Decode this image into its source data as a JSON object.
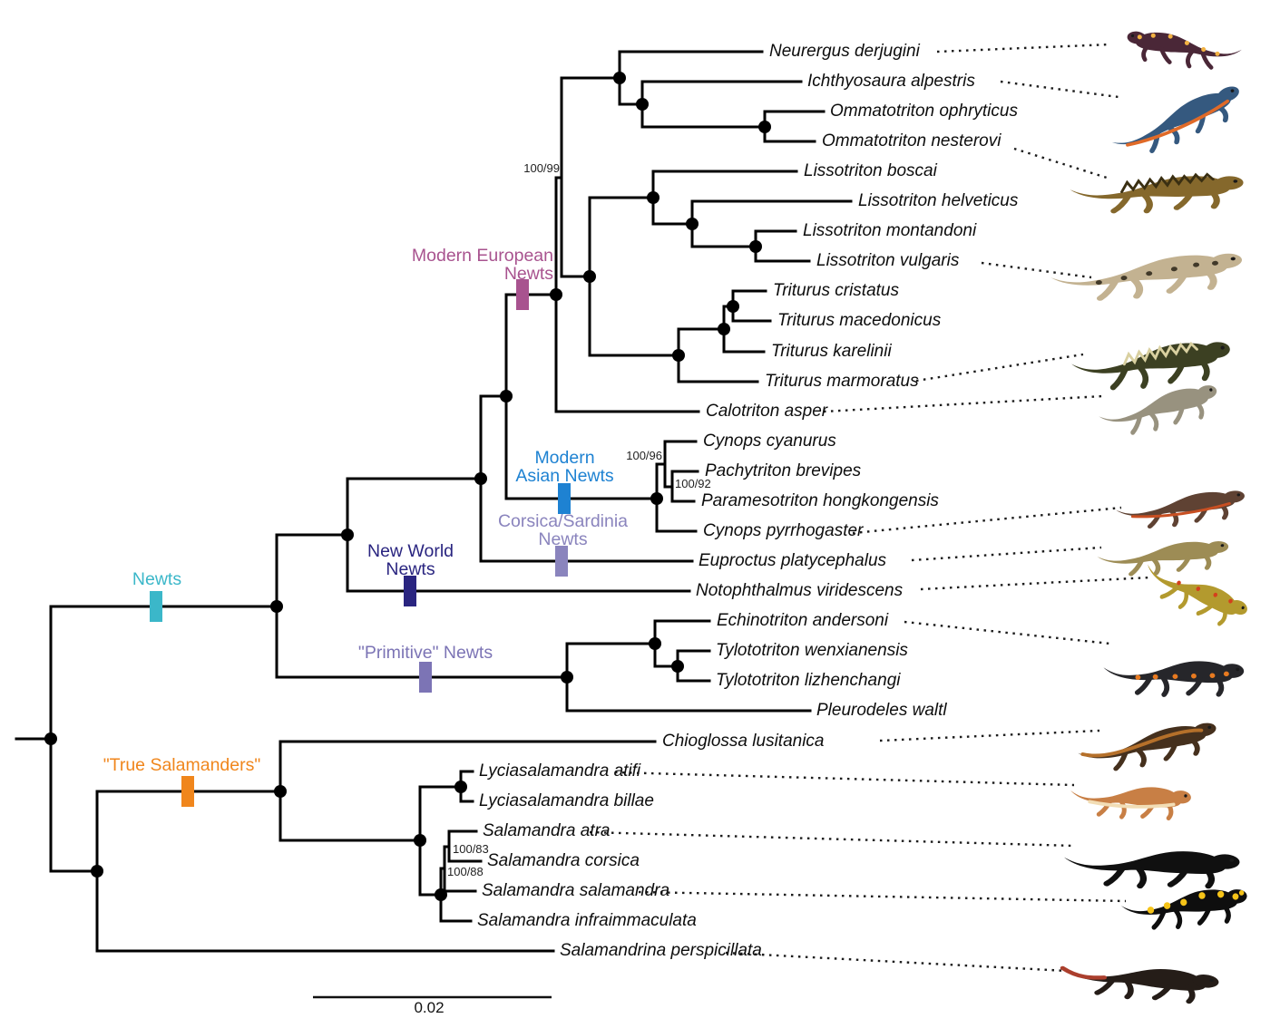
{
  "figure": {
    "type": "phylogenetic-tree",
    "scale_bar": {
      "label": "0.02"
    }
  },
  "species": [
    "Neurergus derjugini",
    "Ichthyosaura alpestris",
    "Ommatotriton ophryticus",
    "Ommatotriton nesterovi",
    "Lissotriton boscai",
    "Lissotriton helveticus",
    "Lissotriton montandoni",
    "Lissotriton vulgaris",
    "Triturus cristatus",
    "Triturus macedonicus",
    "Triturus karelinii",
    "Triturus marmoratus",
    "Calotriton asper",
    "Cynops cyanurus",
    "Pachytriton brevipes",
    "Paramesotriton hongkongensis",
    "Cynops pyrrhogaster",
    "Euproctus platycephalus",
    "Notophthalmus viridescens",
    "Echinotriton andersoni",
    "Tylototriton wenxianensis",
    "Tylototriton lizhenchangi",
    "Pleurodeles waltl",
    "Chioglossa lusitanica",
    "Lyciasalamandra atifi",
    "Lyciasalamandra billae",
    "Salamandra atra",
    "Salamandra corsica",
    "Salamandra salamandra",
    "Salamandra infraimmaculata",
    "Salamandrina perspicillata"
  ],
  "clades": [
    {
      "id": "newts",
      "line1": "Newts",
      "line2": "",
      "color": "#3BB7C9"
    },
    {
      "id": "modern-european-newts",
      "line1": "Modern European",
      "line2": "Newts",
      "color": "#A8538F"
    },
    {
      "id": "modern-asian-newts",
      "line1": "Modern",
      "line2": "Asian Newts",
      "color": "#1E82D2"
    },
    {
      "id": "corsica-sardinia-newts",
      "line1": "Corsica/Sardinia",
      "line2": "Newts",
      "color": "#8A84BD"
    },
    {
      "id": "new-world-newts",
      "line1": "New World",
      "line2": "Newts",
      "color": "#2A2580"
    },
    {
      "id": "primitive-newts",
      "line1": "\"Primitive\" Newts",
      "line2": "",
      "color": "#7C74B5"
    },
    {
      "id": "true-salamanders",
      "line1": "\"True Salamanders\"",
      "line2": "",
      "color": "#F0861C"
    }
  ],
  "support_values": [
    "100/99",
    "100/96",
    "100/92",
    "100/83",
    "100/88"
  ],
  "photos": [
    {
      "species": "Neurergus derjugini",
      "body_color": "#4A2737",
      "accent_color": "#F2B243"
    },
    {
      "species": "Ichthyosaura alpestris",
      "body_color": "#35597F",
      "accent_color": "#E06A28"
    },
    {
      "species": "Ommatotriton nesterovi",
      "body_color": "#85682C",
      "accent_color": "#3A2F12"
    },
    {
      "species": "Lissotriton vulgaris",
      "body_color": "#C3B291",
      "accent_color": "#413929"
    },
    {
      "species": "Triturus marmoratus",
      "body_color": "#3C4022",
      "accent_color": "#D9D0A0"
    },
    {
      "species": "Calotriton asper",
      "body_color": "#98927F"
    },
    {
      "species": "Cynops pyrrhogaster",
      "body_color": "#5F4233",
      "accent_color": "#C84F22"
    },
    {
      "species": "Euproctus platycephalus",
      "body_color": "#9D8C55"
    },
    {
      "species": "Notophthalmus viridescens",
      "body_color": "#B39A2E",
      "accent_color": "#D4401C"
    },
    {
      "species": "Echinotriton andersoni",
      "body_color": "#26262A",
      "accent_color": "#E87A20"
    },
    {
      "species": "Chioglossa lusitanica",
      "body_color": "#45301D",
      "accent_color": "#B5702A"
    },
    {
      "species": "Lyciasalamandra atifi",
      "body_color": "#C87F45",
      "accent_color": "#F2DDB5"
    },
    {
      "species": "Salamandra atra",
      "body_color": "#101010"
    },
    {
      "species": "Salamandra salamandra",
      "body_color": "#0E0E0E",
      "accent_color": "#F5C318"
    },
    {
      "species": "Salamandrina perspicillata",
      "body_color": "#251D18",
      "accent_color": "#AB3F2D"
    }
  ],
  "newick": "(((((((((Neurergus derjugini,(Ichthyosaura alpestris,(Ommatotriton ophryticus,Ommatotriton nesterovi))),((Lissotriton boscai,(Lissotriton helveticus,(Lissotriton montandoni,Lissotriton vulgaris))),(((Triturus cristatus,Triturus macedonicus),Triturus karelinii),Triturus marmoratus)))100/99,Calotriton asper),((Cynops cyanurus,(Pachytriton brevipes,Paramesotriton hongkongensis)100/92)100/96,Cynops pyrrhogaster)),Euproctus platycephalus),Notophthalmus viridescens),((Echinotriton andersoni,(Tylototriton wenxianensis,Tylototriton lizhenchangi)),Pleurodeles waltl)),((Chioglossa lusitanica,((Lyciasalamandra atifi,Lyciasalamandra billae),(((Salamandra atra,Salamandra corsica)100/83,Salamandra salamandra)100/88,Salamandra infraimmaculata))),Salamandrina perspicillata));"
}
